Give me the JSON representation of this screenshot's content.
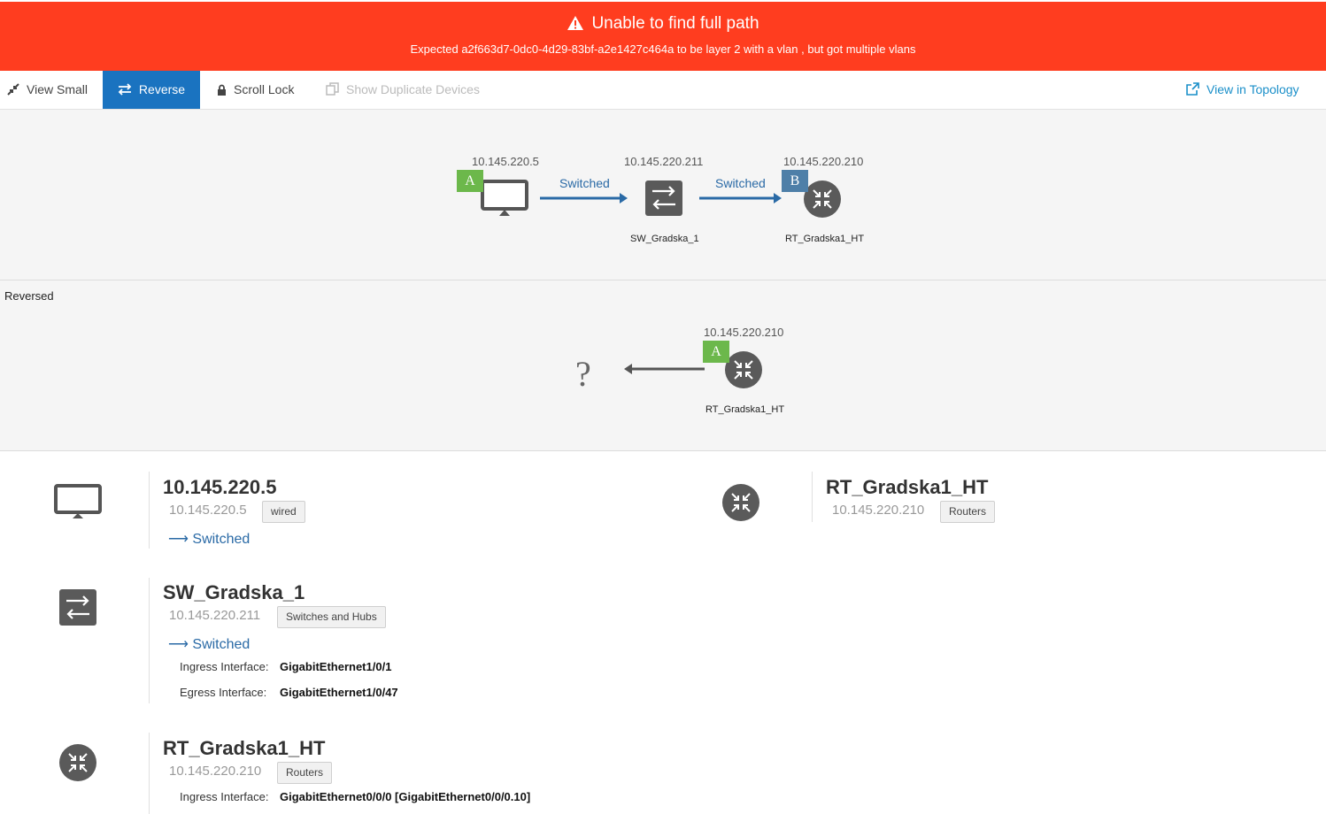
{
  "banner": {
    "title": "Unable to find full path",
    "message": "Expected a2f663d7-0dc0-4d29-83bf-a2e1427c464a to be layer 2 with a vlan , but got multiple vlans",
    "background": "#ff3d1f"
  },
  "toolbar": {
    "view_small": "View Small",
    "reverse": "Reverse",
    "scroll_lock": "Scroll Lock",
    "show_duplicates": "Show Duplicate Devices",
    "view_topology": "View in Topology",
    "accent": "#1a73c0"
  },
  "forward_path": {
    "nodes": [
      {
        "ip": "10.145.220.5",
        "name": "",
        "icon": "monitor-icon",
        "badge": "A"
      },
      {
        "ip": "10.145.220.211",
        "name": "SW_Gradska_1",
        "icon": "switch-icon"
      },
      {
        "ip": "10.145.220.210",
        "name": "RT_Gradska1_HT",
        "icon": "router-icon",
        "badge": "B"
      }
    ],
    "hops": [
      "Switched",
      "Switched"
    ]
  },
  "reversed_path": {
    "label": "Reversed",
    "unknown": "?",
    "node": {
      "ip": "10.145.220.210",
      "name": "RT_Gradska1_HT",
      "icon": "router-icon",
      "badge": "A"
    }
  },
  "details": {
    "endpoint": {
      "title": "10.145.220.5",
      "ip": "10.145.220.5",
      "tag": "wired",
      "connection": "Switched"
    },
    "router_summary": {
      "title": "RT_Gradska1_HT",
      "ip": "10.145.220.210",
      "tag": "Routers"
    },
    "switch": {
      "title": "SW_Gradska_1",
      "ip": "10.145.220.211",
      "tag": "Switches and Hubs",
      "connection": "Switched",
      "ingress_label": "Ingress Interface:",
      "ingress": "GigabitEthernet1/0/1",
      "egress_label": "Egress Interface:",
      "egress": "GigabitEthernet1/0/47"
    },
    "router": {
      "title": "RT_Gradska1_HT",
      "ip": "10.145.220.210",
      "tag": "Routers",
      "ingress_label": "Ingress Interface:",
      "ingress": "GigabitEthernet0/0/0 [GigabitEthernet0/0/0.10]"
    }
  },
  "arrow": "⟶"
}
